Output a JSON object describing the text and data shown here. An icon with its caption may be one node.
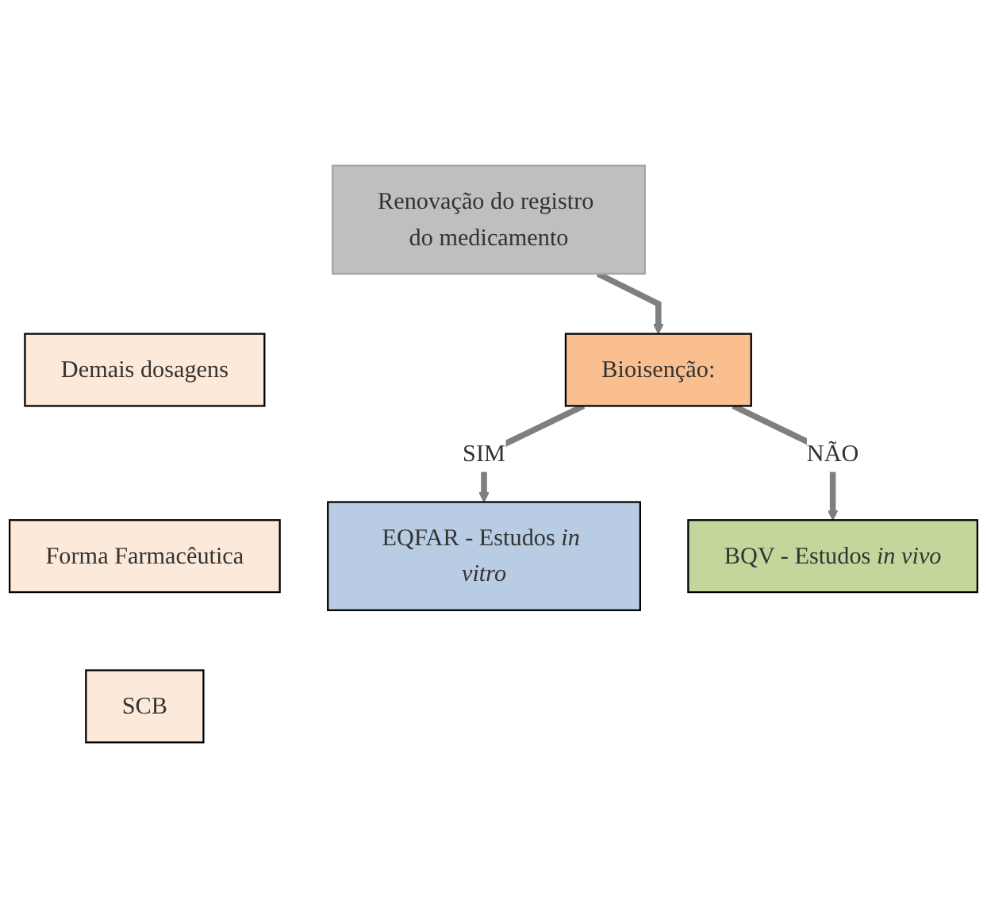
{
  "diagram": {
    "nodes": [
      {
        "text": [
          "Renovação do registro do medicamento"
        ]
      },
      {
        "text": [
          "Bioisenção:"
        ]
      },
      {
        "text": [
          "Demais dosagens"
        ]
      },
      {
        "text": [
          "Forma Farmacêutica"
        ]
      },
      {
        "text": [
          "SCB"
        ]
      },
      {
        "text": [
          "EQFAR - Estudos *in vitro*"
        ]
      },
      {
        "text": [
          "BQV - Estudos *in vivo*"
        ]
      }
    ],
    "edges": [
      {
        "from": 0,
        "to": 1,
        "arrow": "to"
      },
      {
        "from": 1,
        "to": 5,
        "arrow": "to",
        "label": "SIM"
      },
      {
        "from": 1,
        "to": 6,
        "arrow": "to",
        "label": "NÃO"
      }
    ]
  }
}
